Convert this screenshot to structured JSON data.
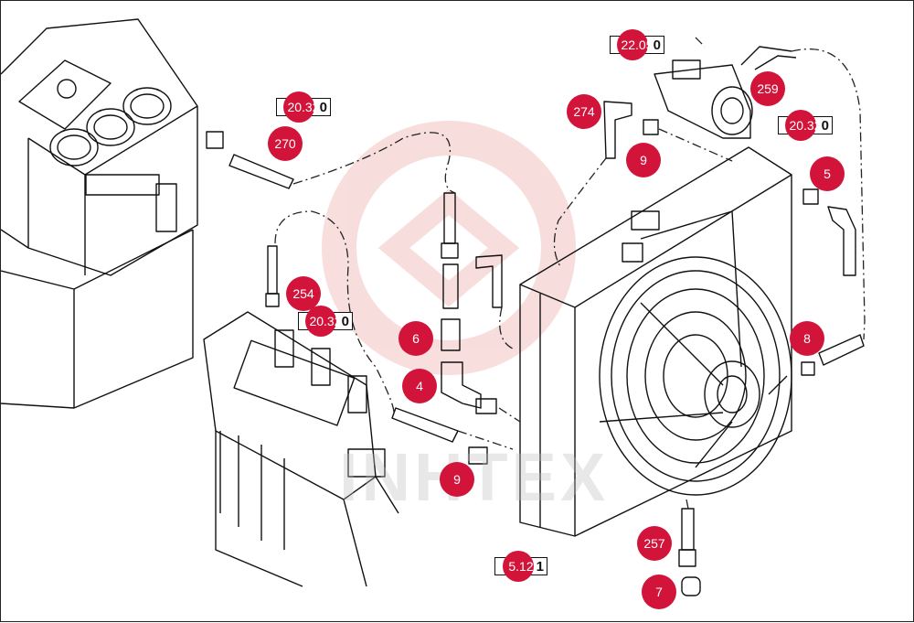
{
  "diagram": {
    "watermark": "INHTEX",
    "colors": {
      "callout": "#d2143a",
      "line": "#111111",
      "logo": "#f2b8b8"
    },
    "callouts": [
      {
        "id": "c270",
        "label": "270"
      },
      {
        "id": "c274",
        "label": "274"
      },
      {
        "id": "c9a",
        "label": "9"
      },
      {
        "id": "c259",
        "label": "259"
      },
      {
        "id": "c5",
        "label": "5"
      },
      {
        "id": "c254",
        "label": "254"
      },
      {
        "id": "c6",
        "label": "6"
      },
      {
        "id": "c4",
        "label": "4"
      },
      {
        "id": "c8",
        "label": "8"
      },
      {
        "id": "c9b",
        "label": "9"
      },
      {
        "id": "c257",
        "label": "257"
      },
      {
        "id": "c7",
        "label": "7"
      }
    ],
    "refs": [
      {
        "id": "r1",
        "main": "20.32",
        "tail": "0"
      },
      {
        "id": "r2",
        "main": "22.05",
        "tail": "0"
      },
      {
        "id": "r3",
        "main": "20.32",
        "tail": "0"
      },
      {
        "id": "r4",
        "main": "20.32",
        "tail": "0"
      },
      {
        "id": "r5",
        "main": "5.12",
        "tail": "1"
      }
    ]
  }
}
